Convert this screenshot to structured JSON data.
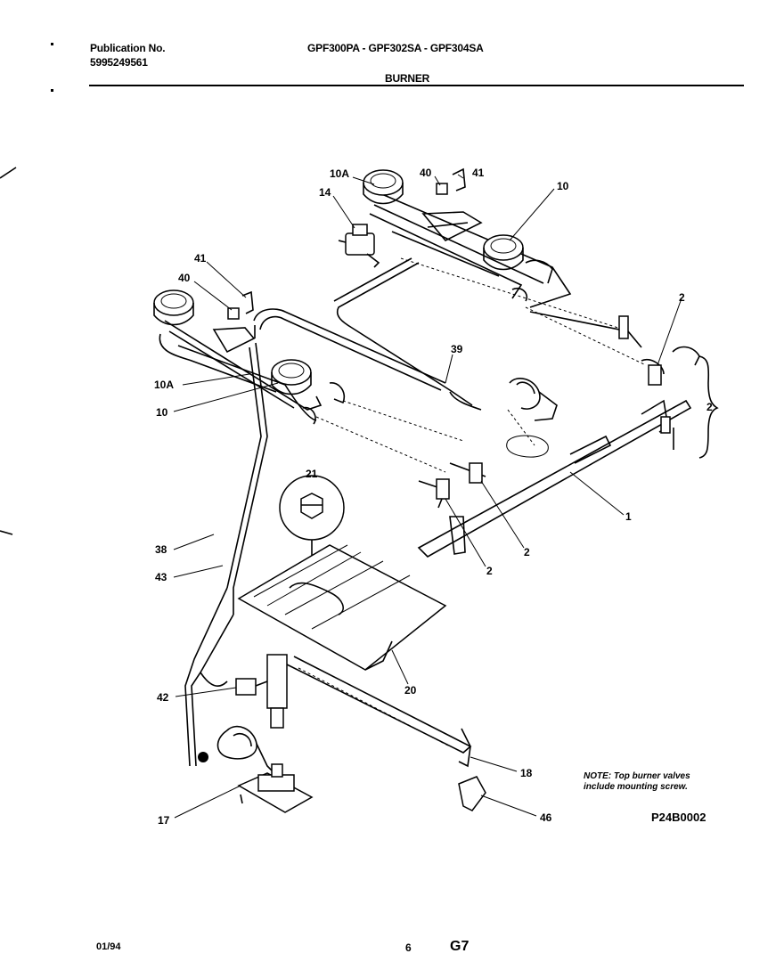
{
  "header": {
    "publication_label": "Publication No.",
    "publication_number": "5995249561",
    "models": "GPF300PA - GPF302SA - GPF304SA",
    "section": "BURNER"
  },
  "callouts": {
    "c10A_top": "10A",
    "c40_top": "40",
    "c41_top": "41",
    "c10_top": "10",
    "c14": "14",
    "c41_left": "41",
    "c40_left": "40",
    "c2_right": "2",
    "c39": "39",
    "c10A_left": "10A",
    "c10_left": "10",
    "c2_bracket": "2",
    "c21": "21",
    "c1": "1",
    "c2_mid": "2",
    "c2_low": "2",
    "c38": "38",
    "c43": "43",
    "c20": "20",
    "c42": "42",
    "c18": "18",
    "c17": "17",
    "c46": "46"
  },
  "note": {
    "line1": "NOTE: Top burner valves",
    "line2": "include mounting screw."
  },
  "figure_code": "P24B0002",
  "footer": {
    "date": "01/94",
    "page": "6",
    "page_code": "G7"
  }
}
